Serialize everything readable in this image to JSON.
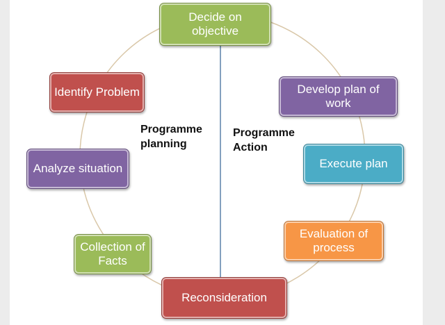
{
  "colors": {
    "green": "#9bbb59",
    "red": "#c0504d",
    "purple": "#8064a2",
    "blue": "#4bacc6",
    "orange": "#f79646",
    "connector": "#d9c7a8",
    "divider": "#5b80a8"
  },
  "nodes": {
    "decide": "Decide on objective",
    "develop": "Develop plan of work",
    "execute": "Execute plan",
    "evaluation": "Evaluation of process",
    "reconsideration": "Reconsideration",
    "collection": "Collection of Facts",
    "analyze": "Analyze situation",
    "identify": "Identify Problem"
  },
  "labels": {
    "planning_line1": "Programme",
    "planning_line2": "planning",
    "action_line1": "Programme",
    "action_line2": "Action"
  }
}
